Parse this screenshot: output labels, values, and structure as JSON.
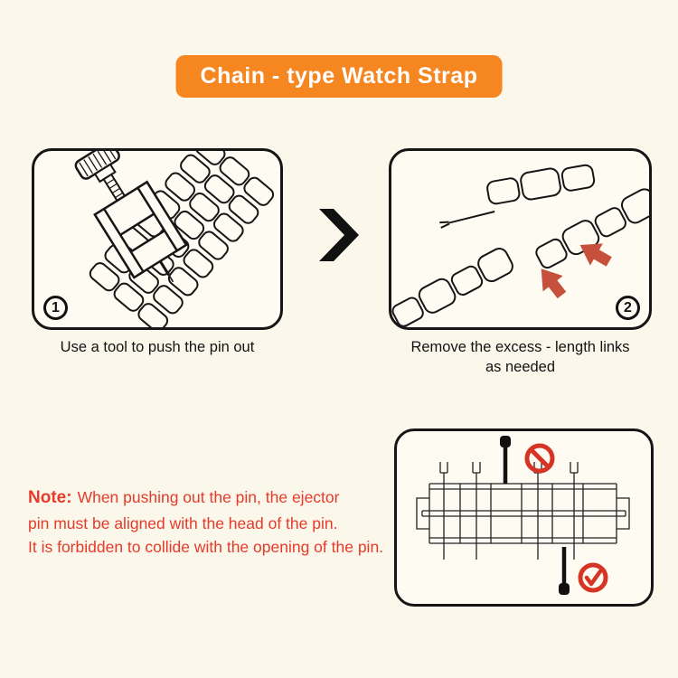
{
  "page": {
    "background": "#FBF7EA"
  },
  "banner": {
    "title": "Chain - type Watch Strap",
    "bg_color": "#F6861F",
    "text_color": "#FFFFFF"
  },
  "arrow_icon": "chevron-right",
  "steps": [
    {
      "number": "1",
      "caption_lines": [
        "Use a tool to push the pin out"
      ],
      "illustration": "link-remover-tool-pushing-pin-out-of-strap"
    },
    {
      "number": "2",
      "caption_lines": [
        "Remove the excess - length links",
        "as needed"
      ],
      "illustration": "separated-strap-links-with-red-arrows"
    }
  ],
  "note": {
    "label": "Note:",
    "line1": "When pushing out the pin, the ejector",
    "line2": "pin must be aligned with the head of the pin.",
    "line3": "It is forbidden to collide with the opening of the pin.",
    "color": "#E63A2B"
  },
  "detail": {
    "illustration": "pin-alignment-cross-section",
    "wrong_icon": "no-symbol",
    "correct_icon": "check-circle",
    "accent_color": "#D63425"
  }
}
